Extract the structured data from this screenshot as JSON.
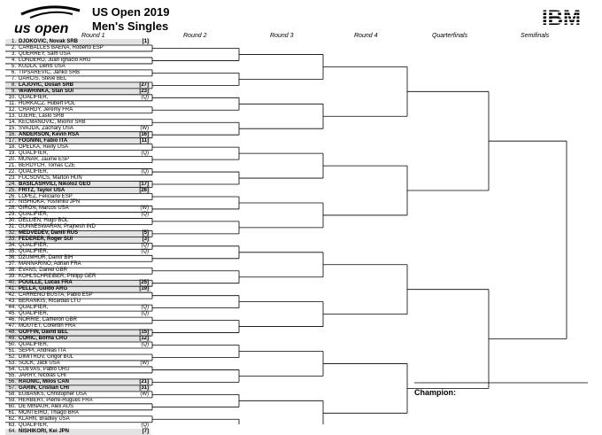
{
  "header": {
    "logo_text": "us open",
    "title": "US Open 2019",
    "subtitle": "Men's Singles",
    "sponsor": "IBM"
  },
  "rounds": [
    "Round 1",
    "Round 2",
    "Round 3",
    "Round 4",
    "Quarterfinals",
    "Semifinals"
  ],
  "champion_label": "Champion:",
  "players": [
    {
      "n": "1.",
      "name": "DJOKOVIC, Novak SRB",
      "seed": "[1]"
    },
    {
      "n": "2.",
      "name": "CARBALLES BAENA, Roberto ESP",
      "seed": ""
    },
    {
      "n": "3.",
      "name": "QUERREY, Sam USA",
      "seed": ""
    },
    {
      "n": "4.",
      "name": "LONDERO, Juan Ignacio ARG",
      "seed": ""
    },
    {
      "n": "5.",
      "name": "KUDLA, Denis USA",
      "seed": ""
    },
    {
      "n": "6.",
      "name": "TIPSAREVIC, Janko SRB",
      "seed": ""
    },
    {
      "n": "7.",
      "name": "DARCIS, Steve BEL",
      "seed": ""
    },
    {
      "n": "8.",
      "name": "LAJOVIC, Dusan SRB",
      "seed": "[27]"
    },
    {
      "n": "9.",
      "name": "WAWRINKA, Stan SUI",
      "seed": "[23]"
    },
    {
      "n": "10.",
      "name": "QUALIFIER,",
      "seed": "(Q)"
    },
    {
      "n": "11.",
      "name": "HURKACZ, Hubert POL",
      "seed": ""
    },
    {
      "n": "12.",
      "name": "CHARDY, Jeremy FRA",
      "seed": ""
    },
    {
      "n": "13.",
      "name": "DJERE, Laslo SRB",
      "seed": ""
    },
    {
      "n": "14.",
      "name": "KECMANOVIC, Miomir SRB",
      "seed": ""
    },
    {
      "n": "15.",
      "name": "SVAJDA, Zachary USA",
      "seed": "(W)"
    },
    {
      "n": "16.",
      "name": "ANDERSON, Kevin RSA",
      "seed": "[16]"
    },
    {
      "n": "17.",
      "name": "FOGNINI, Fabio ITA",
      "seed": "[11]"
    },
    {
      "n": "18.",
      "name": "OPELKA, Reilly USA",
      "seed": ""
    },
    {
      "n": "19.",
      "name": "QUALIFIER,",
      "seed": "(Q)"
    },
    {
      "n": "20.",
      "name": "MUNAR, Jaume ESP",
      "seed": ""
    },
    {
      "n": "21.",
      "name": "BERDYCH, Tomas CZE",
      "seed": ""
    },
    {
      "n": "22.",
      "name": "QUALIFIER,",
      "seed": "(Q)"
    },
    {
      "n": "23.",
      "name": "FUCSOVICS, Marton HUN",
      "seed": ""
    },
    {
      "n": "24.",
      "name": "BASILASHVILI, Nikoloz GEO",
      "seed": "[17]"
    },
    {
      "n": "25.",
      "name": "FRITZ, Taylor USA",
      "seed": "[26]"
    },
    {
      "n": "26.",
      "name": "LOPEZ, Feliciano ESP",
      "seed": ""
    },
    {
      "n": "27.",
      "name": "NISHIOKA, Yoshihito JPN",
      "seed": ""
    },
    {
      "n": "28.",
      "name": "GIRON, Marcos USA",
      "seed": "(W)"
    },
    {
      "n": "29.",
      "name": "QUALIFIER,",
      "seed": "(Q)"
    },
    {
      "n": "30.",
      "name": "DELLIEN, Hugo BOL",
      "seed": ""
    },
    {
      "n": "31.",
      "name": "GUNNESWARAN, Prajnesh IND",
      "seed": ""
    },
    {
      "n": "32.",
      "name": "MEDVEDEV, Daniil RUS",
      "seed": "[5]"
    },
    {
      "n": "33.",
      "name": "FEDERER, Roger SUI",
      "seed": "[3]"
    },
    {
      "n": "34.",
      "name": "QUALIFIER,",
      "seed": "(Q)"
    },
    {
      "n": "35.",
      "name": "QUALIFIER,",
      "seed": "(Q)"
    },
    {
      "n": "36.",
      "name": "DZUMHUR, Damir BIH",
      "seed": ""
    },
    {
      "n": "37.",
      "name": "MANNARINO, Adrian FRA",
      "seed": ""
    },
    {
      "n": "38.",
      "name": "EVANS, Daniel GBR",
      "seed": ""
    },
    {
      "n": "39.",
      "name": "KOHLSCHREIBER, Philipp GER",
      "seed": ""
    },
    {
      "n": "40.",
      "name": "POUILLE, Lucas FRA",
      "seed": "[25]"
    },
    {
      "n": "41.",
      "name": "PELLA, Guido ARG",
      "seed": "[19]"
    },
    {
      "n": "42.",
      "name": "CARRENO BUSTA, Pablo ESP",
      "seed": ""
    },
    {
      "n": "43.",
      "name": "BERANKIS, Ricardas LTU",
      "seed": ""
    },
    {
      "n": "44.",
      "name": "QUALIFIER,",
      "seed": "(Q)"
    },
    {
      "n": "45.",
      "name": "QUALIFIER,",
      "seed": "(Q)"
    },
    {
      "n": "46.",
      "name": "NORRIE, Cameron GBR",
      "seed": ""
    },
    {
      "n": "47.",
      "name": "MOUTET, Corentin FRA",
      "seed": ""
    },
    {
      "n": "48.",
      "name": "GOFFIN, David BEL",
      "seed": "[15]"
    },
    {
      "n": "49.",
      "name": "CORIC, Borna CRO",
      "seed": "[12]"
    },
    {
      "n": "50.",
      "name": "QUALIFIER,",
      "seed": "(Q)"
    },
    {
      "n": "51.",
      "name": "SEPPI, Andreas ITA",
      "seed": ""
    },
    {
      "n": "52.",
      "name": "DIMITROV, Grigor BUL",
      "seed": ""
    },
    {
      "n": "53.",
      "name": "SOCK, Jack USA",
      "seed": "(W)"
    },
    {
      "n": "54.",
      "name": "CUEVAS, Pablo URU",
      "seed": ""
    },
    {
      "n": "55.",
      "name": "JARRY, Nicolas CHI",
      "seed": ""
    },
    {
      "n": "56.",
      "name": "RAONIC, Milos CAN",
      "seed": "[21]"
    },
    {
      "n": "57.",
      "name": "GARIN, Cristian CHI",
      "seed": "[31]"
    },
    {
      "n": "58.",
      "name": "EUBANKS, Christopher USA",
      "seed": "(W)"
    },
    {
      "n": "59.",
      "name": "HERBERT, Pierre-Hugues FRA",
      "seed": ""
    },
    {
      "n": "60.",
      "name": "DE MINAUR, Alex AUS",
      "seed": ""
    },
    {
      "n": "61.",
      "name": "MONTEIRO, Thiago BRA",
      "seed": ""
    },
    {
      "n": "62.",
      "name": "KLAHN, Bradley USA",
      "seed": ""
    },
    {
      "n": "63.",
      "name": "QUALIFIER,",
      "seed": "(Q)"
    },
    {
      "n": "64.",
      "name": "NISHIKORI, Kei JPN",
      "seed": "[7]"
    }
  ]
}
